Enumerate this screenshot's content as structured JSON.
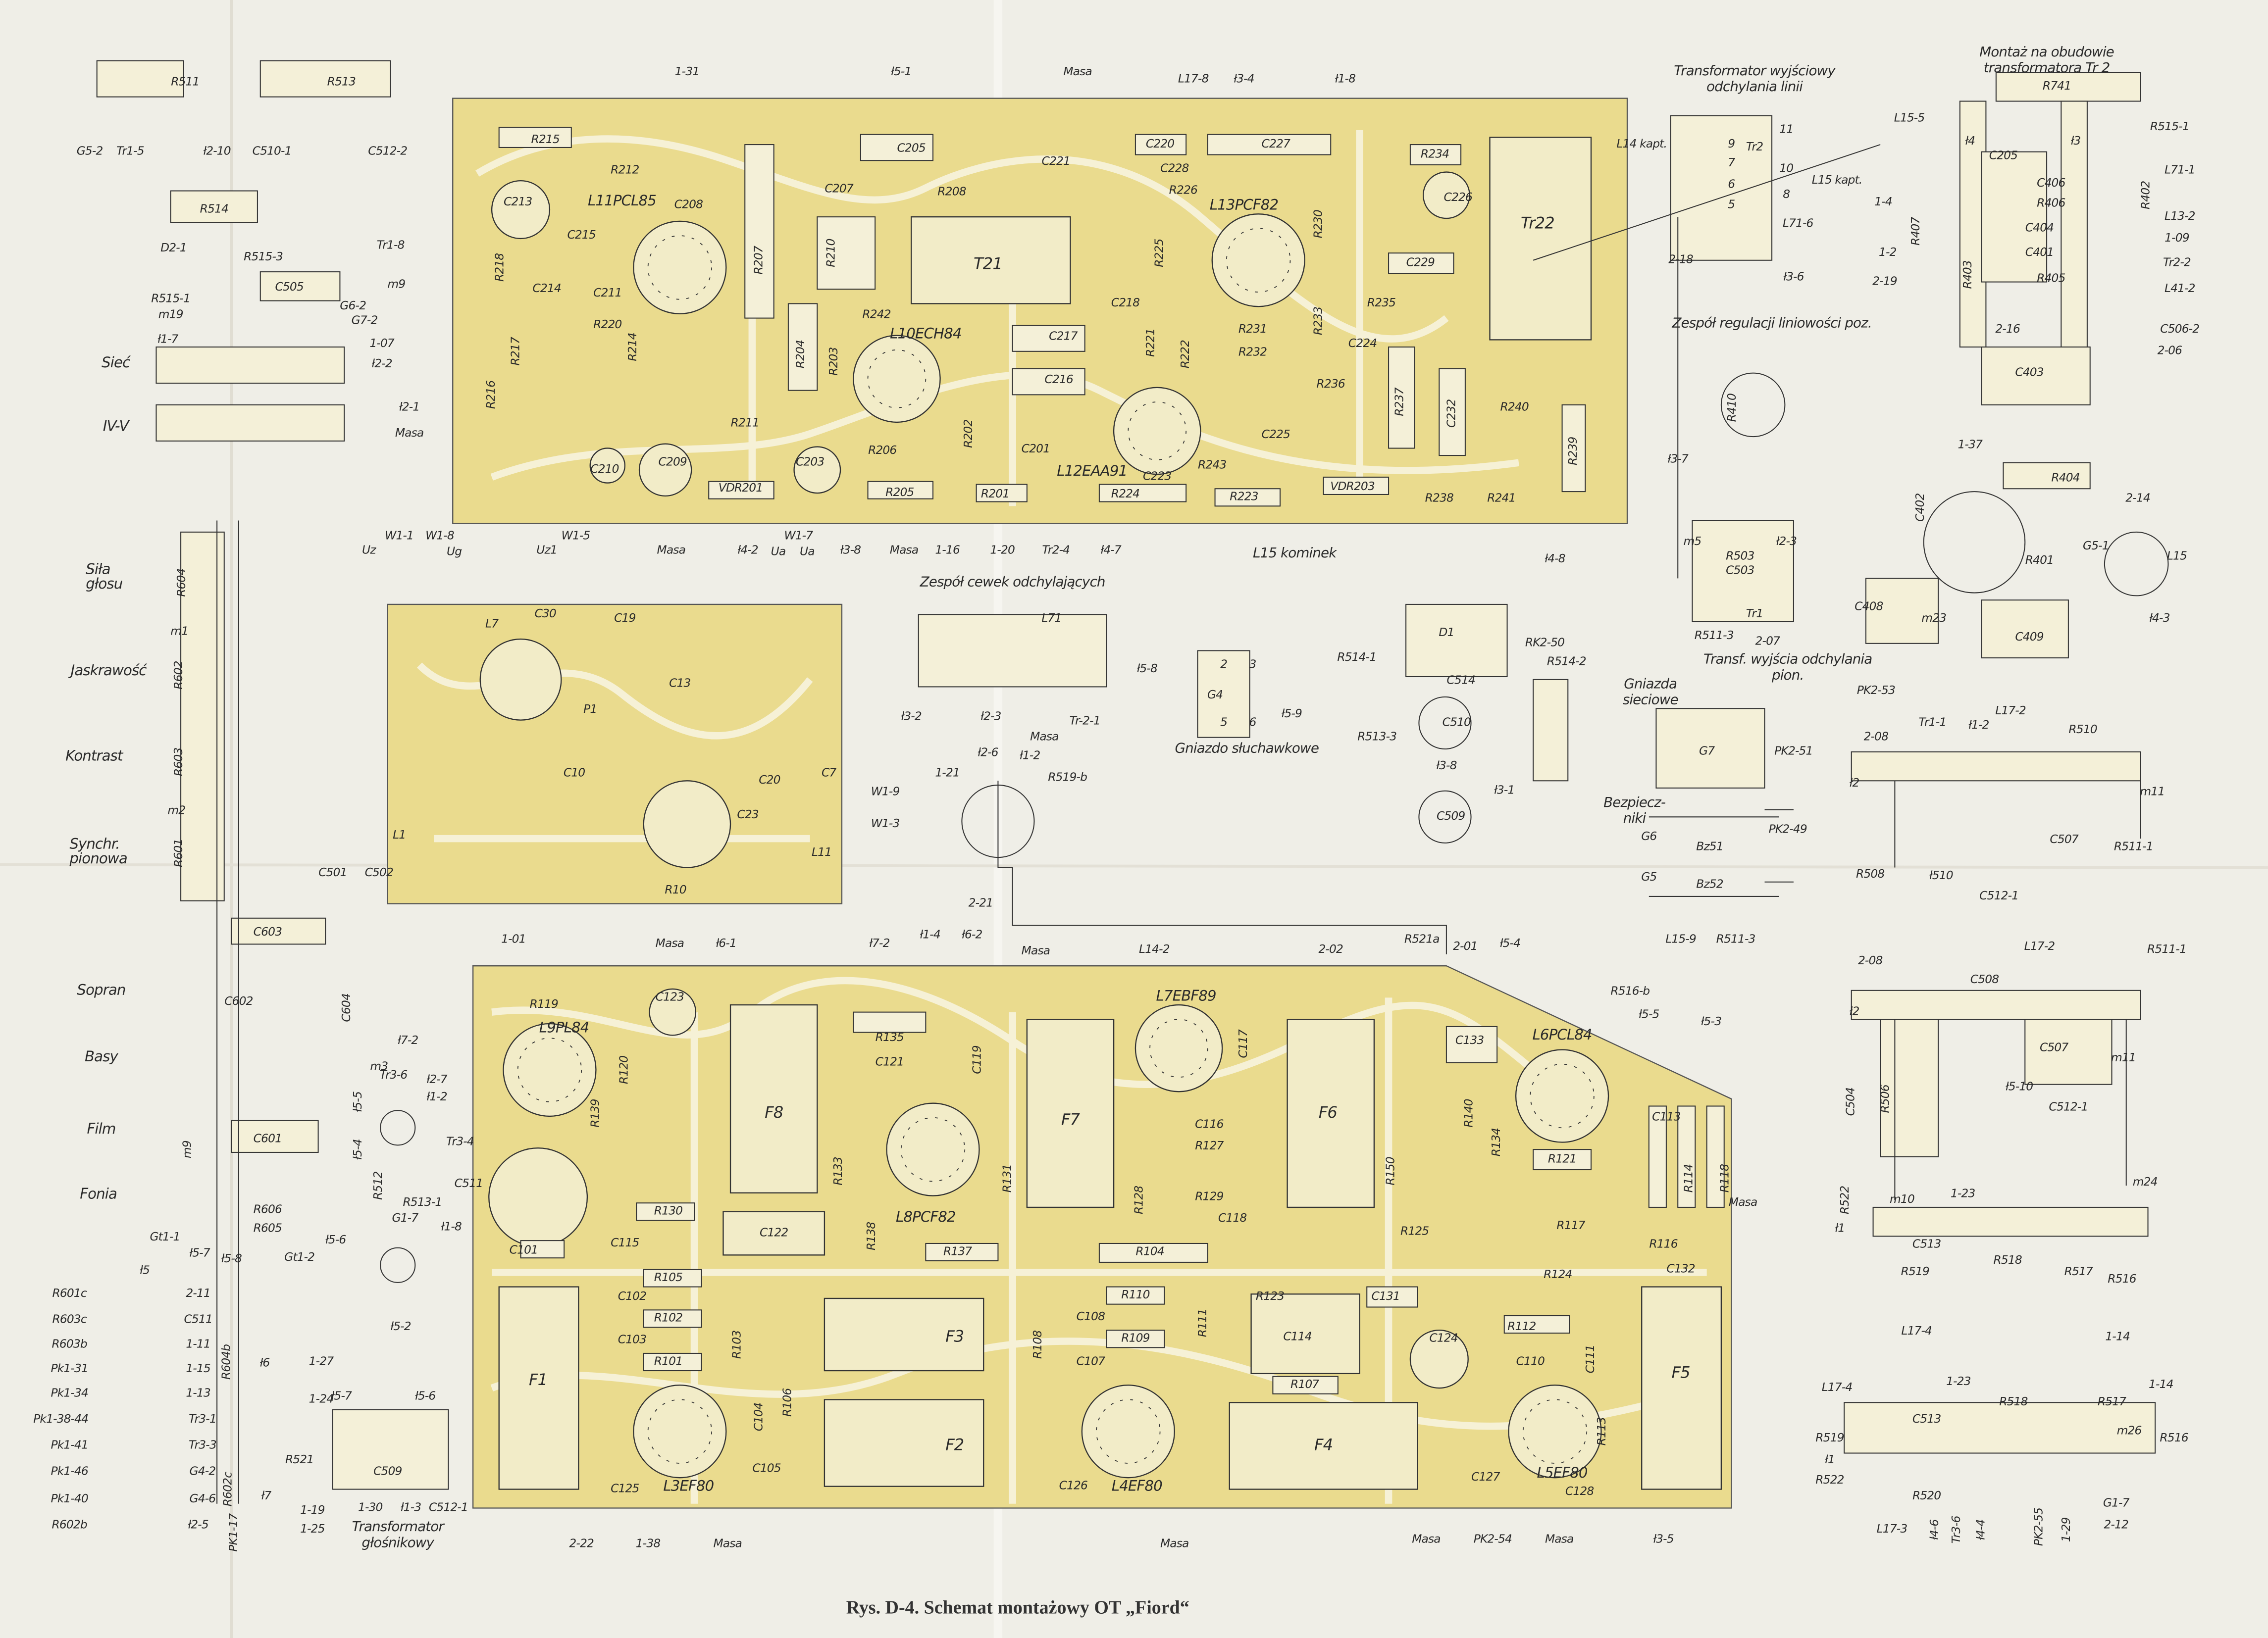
{
  "caption": "Rys. D-4. Schemat montażowy OT „Fiord“",
  "colors": {
    "paper": "#efeee7",
    "board": "#eadb8e",
    "ink": "#2a2a2a",
    "trace": "#f6f1d6"
  },
  "titles": [
    "Transformator wyjściowy\nodchylania linii",
    "Montaż na obudowie transformatora Tr 2",
    "Zespół regulacji liniowości poz.",
    "Zespół cewek odchylających",
    "Gniazdo słuchawkowe",
    "Gniazda\nsieciowe",
    "Bezpiecz-\nniki",
    "Transf. wyjścia odchylania\npion.",
    "Transformator\ngłośnikowy",
    "L15 kominek"
  ],
  "controls": [
    "Siła\ngłosu",
    "Jaskrawość",
    "Kontrast",
    "Synchr.\npionowa",
    "Sopran",
    "Basy",
    "Film",
    "Fonia",
    "Sieć",
    "IV-V"
  ],
  "tubes": [
    "L11PCL85",
    "L13PCF82",
    "L10ECH84",
    "L12EAA91",
    "L9PL84",
    "L7EBF89",
    "L6PCL84",
    "L8PCF82",
    "L3EF80",
    "L4EF80",
    "L5EF80"
  ],
  "filters": [
    "F1",
    "F2",
    "F3",
    "F4",
    "F5",
    "F6",
    "F7",
    "F8",
    "Tr22",
    "T21"
  ],
  "top_board": [
    "R215",
    "R212",
    "C213",
    "C215",
    "C208",
    "R207",
    "C207",
    "R208",
    "C205",
    "C221",
    "C220",
    "C228",
    "C227",
    "R234",
    "C226",
    "R230",
    "C229",
    "R235",
    "C217",
    "C216",
    "R242",
    "R203",
    "R204",
    "C203",
    "R211",
    "C209",
    "C210",
    "R216",
    "R217",
    "R214",
    "C211",
    "C214",
    "R218",
    "R220",
    "VDR201",
    "R205",
    "R206",
    "R201",
    "R202",
    "C201",
    "C223",
    "C225",
    "R233",
    "C224",
    "R236",
    "R237",
    "C232",
    "R240",
    "R239",
    "R241",
    "VDR203",
    "R238",
    "R224",
    "R223",
    "R243",
    "R231",
    "R232",
    "R221",
    "R222",
    "R225",
    "R226",
    "C218",
    "R210"
  ],
  "top_connectors": [
    "1-31",
    "ł5-1",
    "Masa",
    "L17-8",
    "ł3-4",
    "ł1-8",
    "Tr1-8",
    "m9",
    "ł2-1",
    "Masa",
    "Masa",
    "ł4-2",
    "Ua",
    "ł3-8",
    "Masa",
    "1-16",
    "1-20",
    "Tr2-4",
    "ł4-7",
    "ł4-8"
  ],
  "mid_board": [
    "W1-1",
    "W1-8",
    "W1-5",
    "W1-7",
    "W1-9",
    "W1-3",
    "C501",
    "C502",
    "L7",
    "C30",
    "C19",
    "C13",
    "P1",
    "L1",
    "L11",
    "C20",
    "R10",
    "C23",
    "C7",
    "C10",
    "Uz",
    "Ug",
    "Uz1",
    "Ua"
  ],
  "bottom_connectors": [
    "1-01",
    "Masa",
    "ł6-1",
    "ł7-2",
    "ł1-4",
    "ł6-2",
    "Masa",
    "L14-2",
    "2-02",
    "R521a",
    "2-01",
    "ł5-4",
    "R516-b",
    "ł5-5",
    "ł5-3",
    "Masa",
    "2-22",
    "1-38",
    "Masa",
    "Masa",
    "Masa",
    "PK2-54",
    "Masa",
    "ł3-5"
  ],
  "bottom_board": [
    "R119",
    "R139",
    "R120",
    "C123",
    "R135",
    "C121",
    "C119",
    "R133",
    "R138",
    "R137",
    "C122",
    "R130",
    "C115",
    "C101",
    "R105",
    "C102",
    "R102",
    "C103",
    "R101",
    "R103",
    "C104",
    "R106",
    "C105",
    "C125",
    "R131",
    "R128",
    "C116",
    "R127",
    "R129",
    "C118",
    "R104",
    "C117",
    "R110",
    "C108",
    "R109",
    "C107",
    "R108",
    "R111",
    "R123",
    "C114",
    "R107",
    "C131",
    "C124",
    "R112",
    "C110",
    "C111",
    "R113",
    "C127",
    "C128",
    "R124",
    "R121",
    "R117",
    "R116",
    "C132",
    "R114",
    "R118",
    "C113",
    "C133",
    "R150",
    "R125",
    "R140",
    "R134",
    "C126"
  ],
  "left_parts": [
    "C603",
    "C602",
    "C604",
    "C601",
    "R606",
    "R605",
    "Gt1-1",
    "ł5-7",
    "ł5-8",
    "Gt1-2",
    "ł5-6",
    "ł7-2",
    "m3",
    "ł5-5",
    "ł5-4",
    "ł2-7",
    "ł1-2",
    "Tr3-6",
    "Tr3-4",
    "R512",
    "G1-7",
    "ł1-8",
    "C511",
    "ł5-2",
    "R513-1",
    "m1",
    "m2",
    "R604",
    "R602",
    "R603",
    "R601",
    "m9"
  ],
  "switch_list": {
    "header": "ł5",
    "left": [
      "R601c",
      "R603c",
      "R603b",
      "Pk1-31",
      "Pk1-34",
      "Pk1-38-44",
      "Pk1-41",
      "Pk1-46",
      "Pk1-40",
      "R602b"
    ],
    "right": [
      "2-11",
      "C511",
      "1-11",
      "1-15",
      "1-13",
      "Tr3-1",
      "Tr3-3",
      "G4-2",
      "G4-6",
      "ł2-5"
    ]
  },
  "small_parts": [
    "ł6",
    "1-27",
    "1-24",
    "R604b",
    "R521",
    "ł7",
    "1-19",
    "1-25",
    "R602c",
    "PK1-17",
    "ł5-7",
    "ł5-6",
    "C509",
    "1-30",
    "ł1-3",
    "C512-1"
  ],
  "top_left": [
    "R511",
    "R513",
    "G5-2",
    "Tr1-5",
    "ł2-10",
    "C510-1",
    "C512-2",
    "R514",
    "D2-1",
    "R515-3",
    "C505",
    "G6-2",
    "G7-2",
    "1-07",
    "ł2-2",
    "R515-1",
    "m19",
    "ł1-7"
  ],
  "middle": [
    "L71",
    "ł3-2",
    "ł2-3",
    "Masa",
    "Tr-2-1",
    "ł5-8",
    "ł5-9",
    "G4",
    "1-21",
    "ł2-6",
    "ł1-2",
    "R519-b",
    "2-21",
    "D1",
    "R514-1",
    "RK2-50",
    "R514-2",
    "C514",
    "R513-3",
    "ł3-8",
    "C510",
    "C509",
    "ł3-1",
    "2",
    "3",
    "5",
    "6"
  ],
  "right_mid": [
    "m5",
    "ł2-3",
    "R511-3",
    "Tr1",
    "2-07",
    "G7",
    "PK2-51",
    "G6",
    "G5",
    "Bz51",
    "Bz52",
    "PK2-49",
    "L15-9",
    "R511-3",
    "R503",
    "C503"
  ],
  "tr2": [
    "R741",
    "L15-5",
    "R515-1",
    "ł4",
    "ł3",
    "C205",
    "L71-1",
    "R402",
    "R407",
    "C406",
    "R406",
    "1-4",
    "L13-2",
    "C404",
    "1-09",
    "C401",
    "Tr2-2",
    "1-2",
    "R403",
    "R405",
    "2-19",
    "L41-2",
    "2-16",
    "C506-2",
    "2-06",
    "C403",
    "Tr2",
    "L14 kapt.",
    "L15 kapt.",
    "L71-6",
    "ł3-6",
    "2-18",
    "R410",
    "ł3-7",
    "9",
    "7",
    "6",
    "5",
    "11",
    "10",
    "8"
  ],
  "right_lower": [
    "1-37",
    "R404",
    "C402",
    "2-14",
    "G5-1",
    "L15",
    "R401",
    "C408",
    "m23",
    "C409",
    "ł4-3",
    "PK2-53",
    "Tr1-1",
    "ł1-2",
    "L17-2",
    "R510",
    "2-08",
    "ł2",
    "C507",
    "R508",
    "ł510",
    "C512-1",
    "R511-1",
    "m11"
  ],
  "right_block": [
    "2-08",
    "L17-2",
    "R511-1",
    "C508",
    "ł2",
    "C507",
    "C504",
    "ł5-10",
    "C512-1",
    "m11",
    "1-23",
    "m24",
    "R522",
    "m10",
    "ł1",
    "C513",
    "R518",
    "R517",
    "R519",
    "R516",
    "L17-4",
    "1-14",
    "R506"
  ],
  "right_bar": [
    "L17-4",
    "1-23",
    "1-14",
    "C513",
    "R518",
    "R517",
    "R519",
    "R516",
    "ł1",
    "R522",
    "R520",
    "L17-3",
    "ł4-6",
    "Tr3-6",
    "ł4-4",
    "PK2-55",
    "1-29",
    "G1-7",
    "2-12",
    "m26"
  ]
}
